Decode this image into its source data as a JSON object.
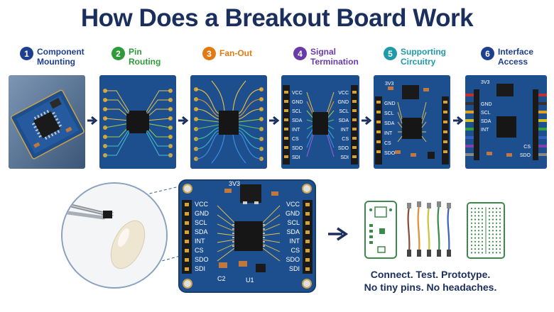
{
  "title": "How Does a Breakout Board Work",
  "steps": [
    {
      "num": "1",
      "label": "Component\nMounting",
      "color": "#1e3f8f"
    },
    {
      "num": "2",
      "label": "Pin\nRouting",
      "color": "#2e9a3a"
    },
    {
      "num": "3",
      "label": "Fan-Out",
      "color": "#e27a12"
    },
    {
      "num": "4",
      "label": "Signal\nTermination",
      "color": "#6a3aa8"
    },
    {
      "num": "5",
      "label": "Supporting\nCircuitry",
      "color": "#1e9aa8"
    },
    {
      "num": "6",
      "label": "Interface\nAccess",
      "color": "#1e3f8f"
    }
  ],
  "pins": [
    "VCC",
    "GND",
    "SCL",
    "SDA",
    "INT",
    "CS",
    "SDO",
    "SDI"
  ],
  "board_labels": {
    "c2": "C2",
    "u1": "U1",
    "top": "3V3"
  },
  "tagline": {
    "line1": "Connect. Test. Prototype.",
    "line2": "No tiny pins. No headaches."
  },
  "colors": {
    "title": "#1a2f5e",
    "board": "#1d4f8f",
    "board_dark": "#163d70",
    "pin": "#222222",
    "gold": "#d4a43a",
    "outline_icon": "#3a8a4a"
  }
}
